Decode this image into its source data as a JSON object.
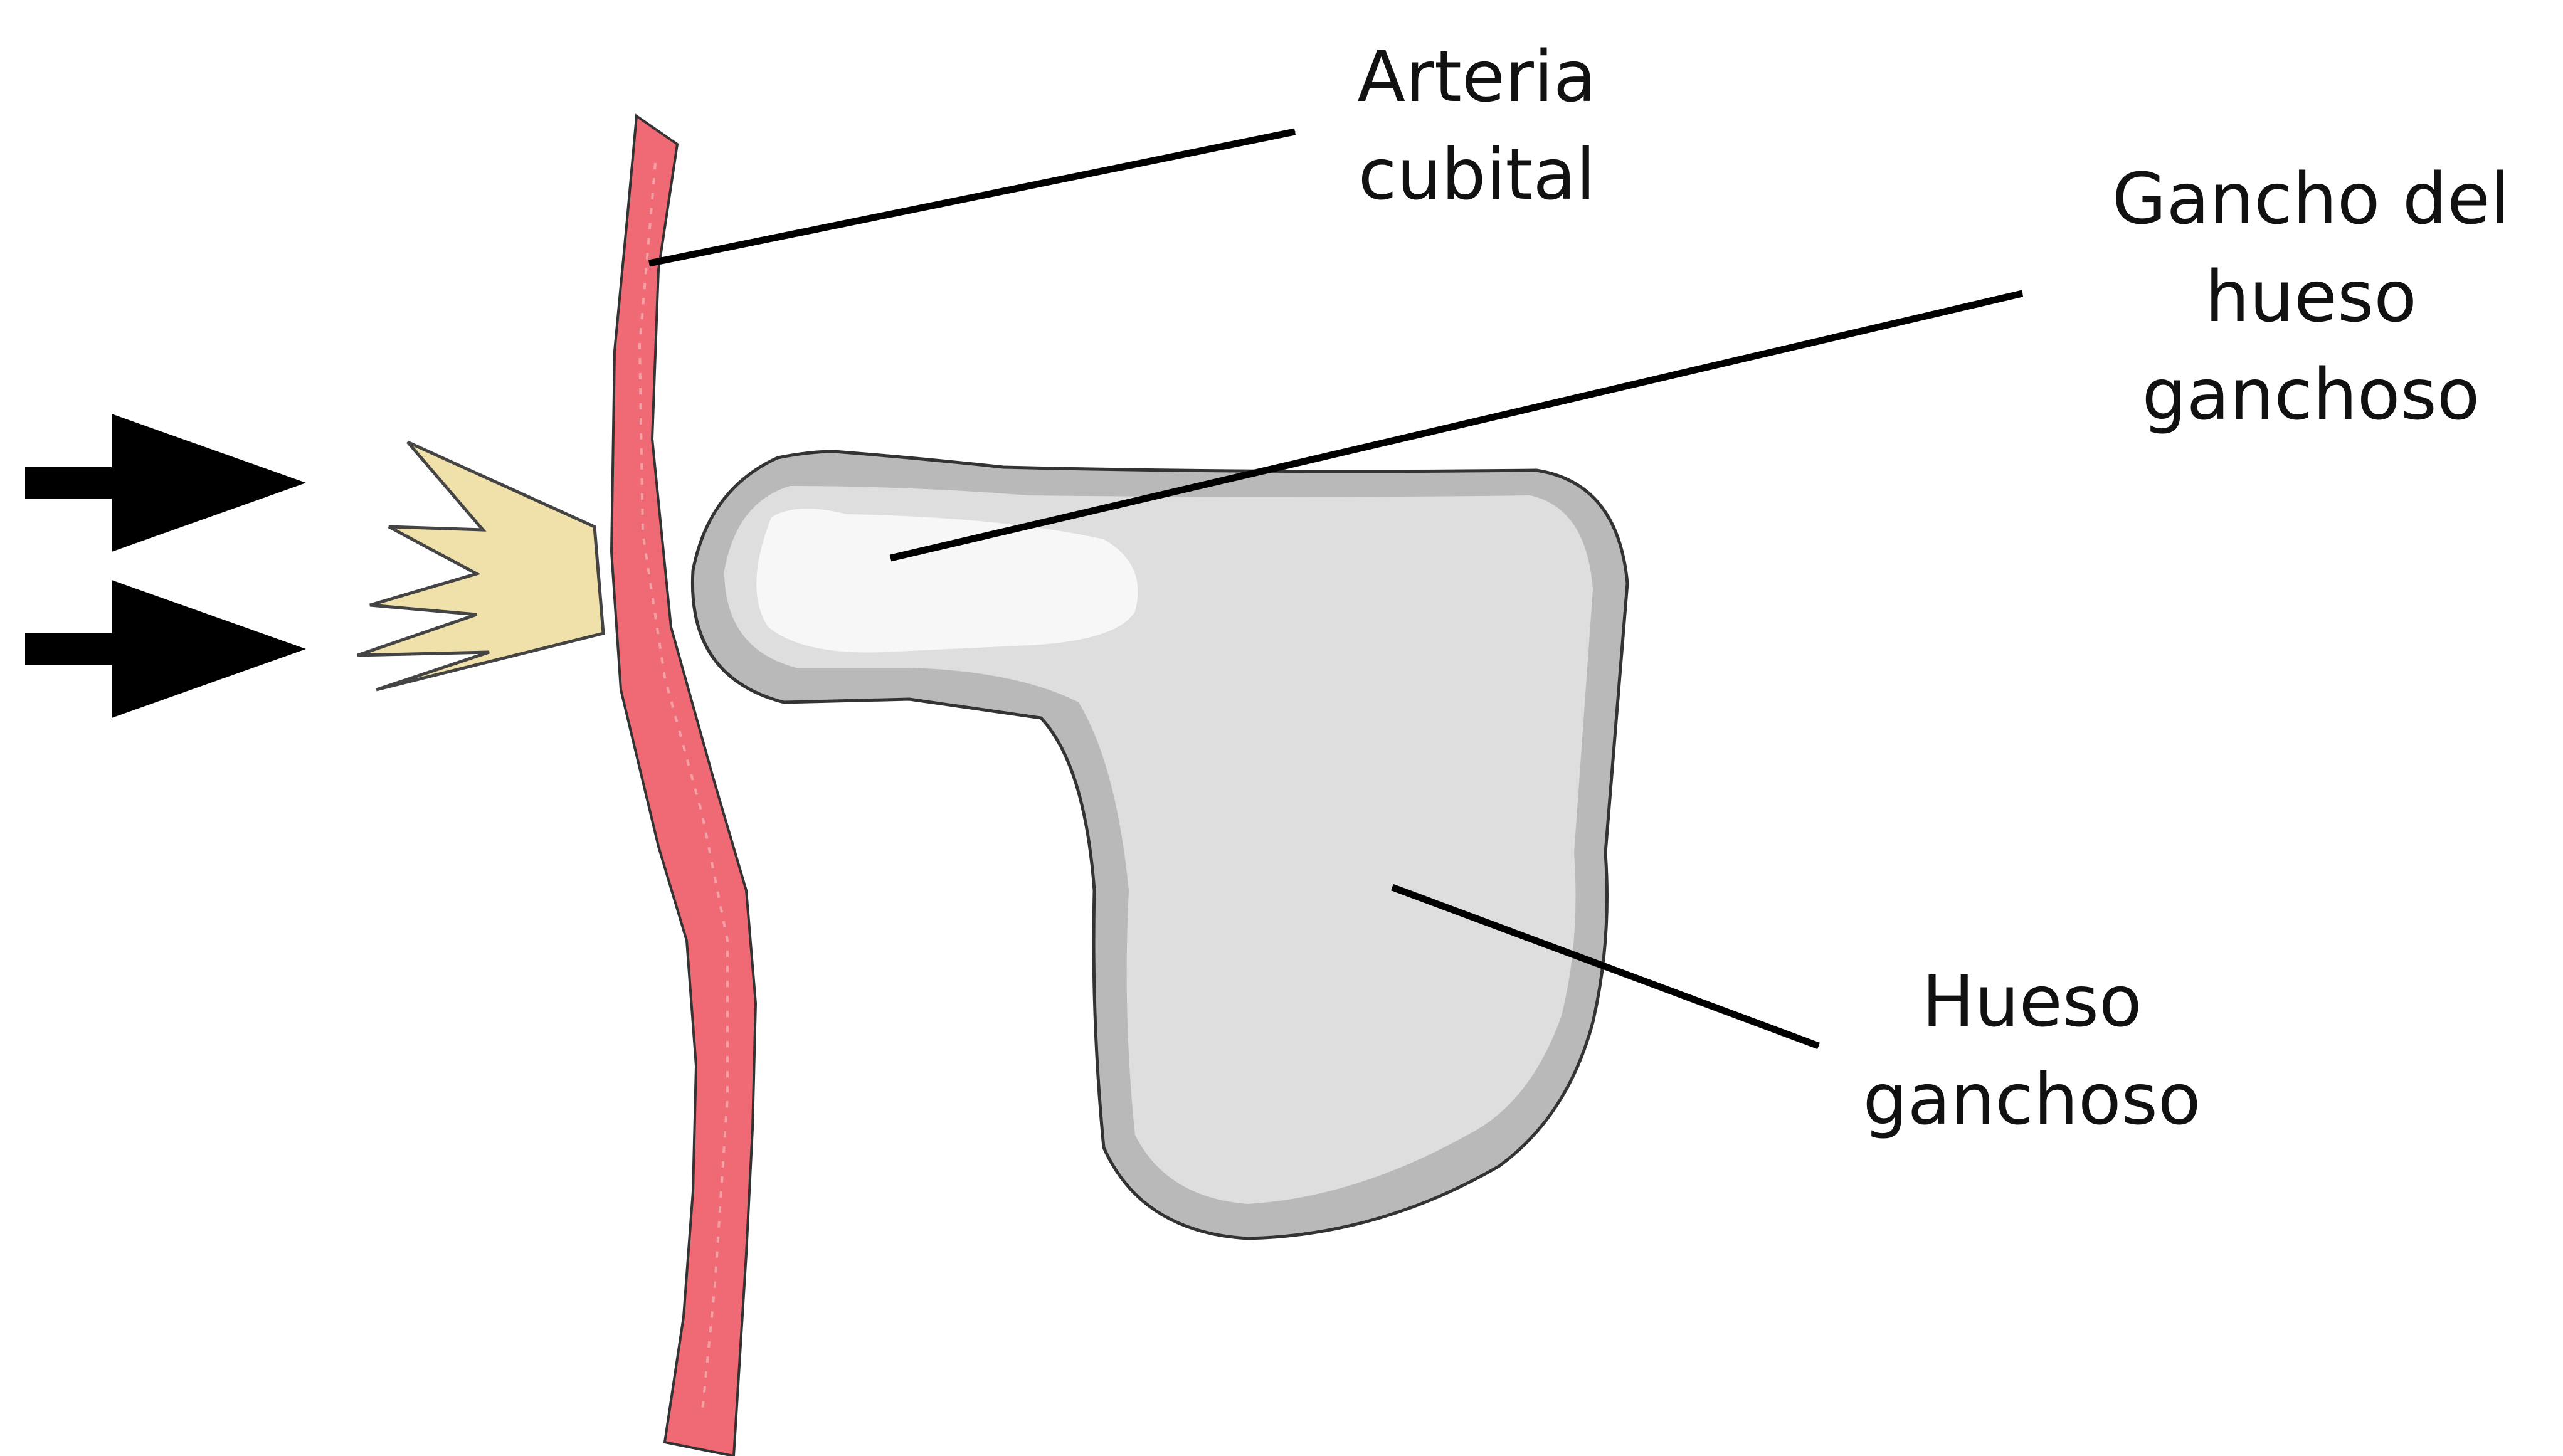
{
  "labels": {
    "arteria": [
      "Arteria",
      "cubital"
    ],
    "gancho": [
      "Gancho del",
      "hueso",
      "ganchoso"
    ],
    "hueso": [
      "Hueso",
      "ganchoso"
    ]
  },
  "colors": {
    "artery_fill": "#ef6a74",
    "bone_outer": "#b9b9b9",
    "bone_mid": "#dedede",
    "bone_inner": "#f7f7f7",
    "impact_fill": "#f0e0aa",
    "arrow": "#000000",
    "text": "#111111",
    "background": "#ffffff"
  }
}
